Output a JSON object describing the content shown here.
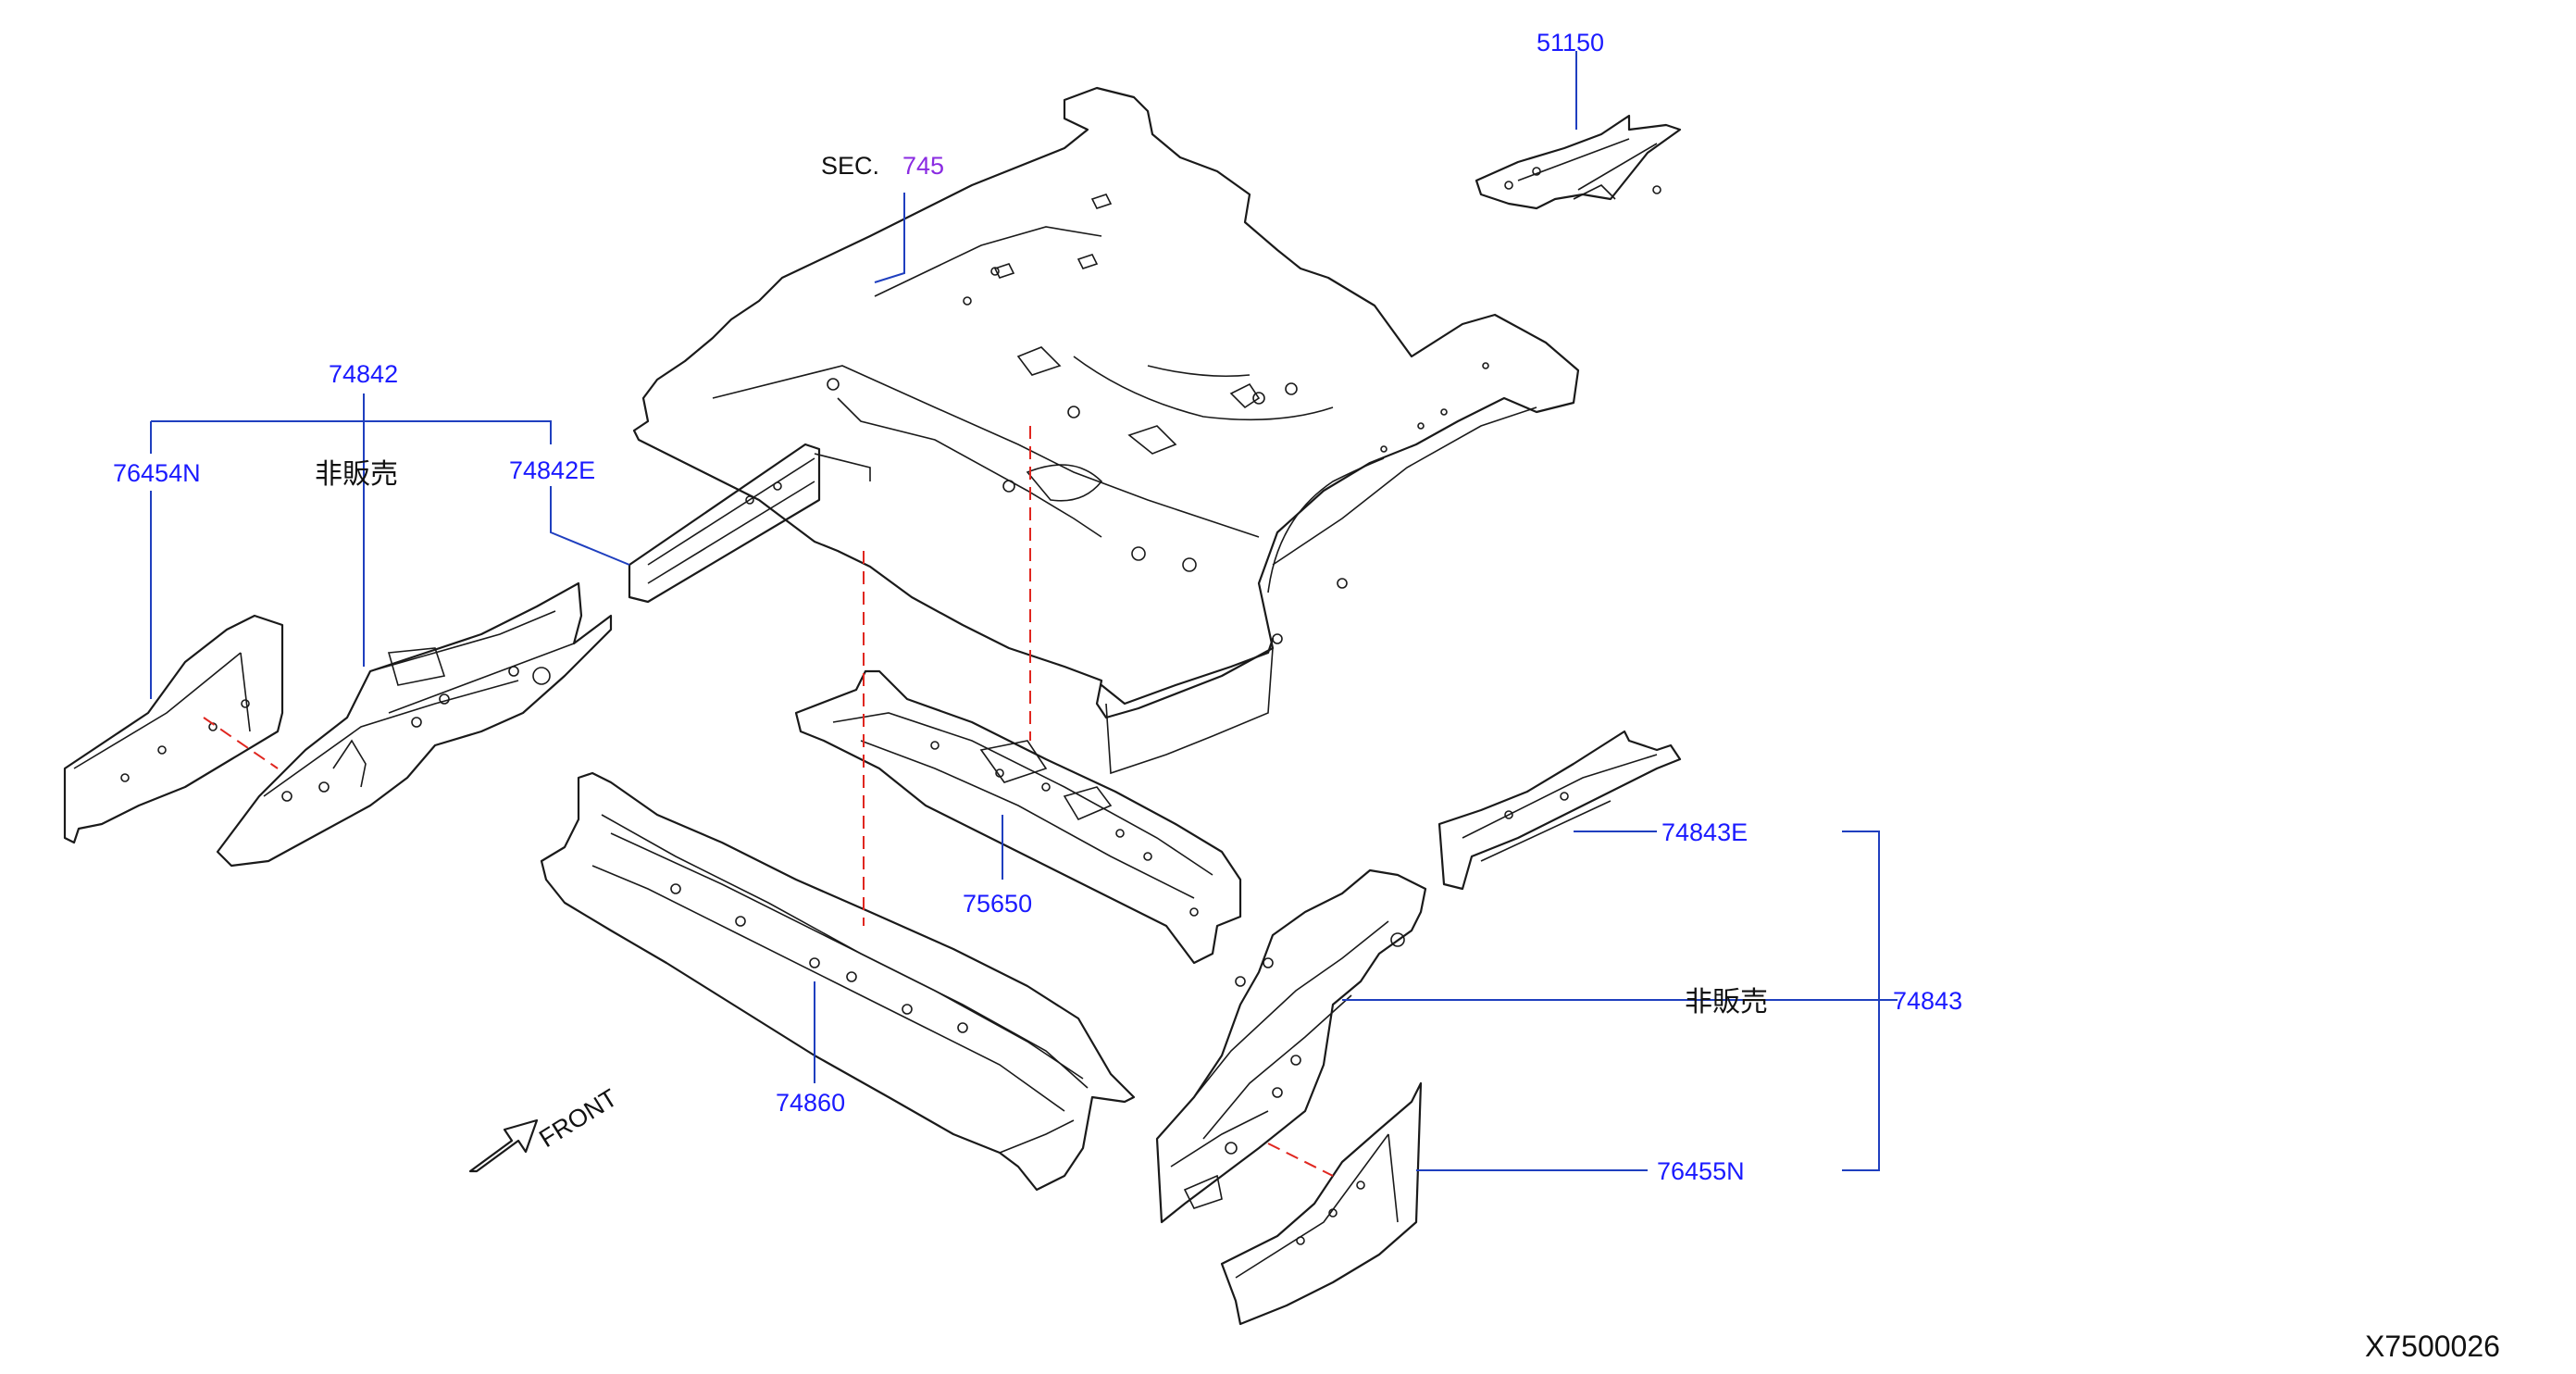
{
  "labels": {
    "p51150": "51150",
    "sec_prefix": "SEC.",
    "sec_number": "745",
    "p74842": "74842",
    "p76454N": "76454N",
    "p74842E": "74842E",
    "not_for_sale_left": "非販売",
    "p75650": "75650",
    "p74860": "74860",
    "p74843E": "74843E",
    "not_for_sale_right": "非販売",
    "p74843": "74843",
    "p76455N": "76455N",
    "front": "FRONT",
    "diagram_id": "X7500026"
  },
  "colors": {
    "part_number": "#1a1aff",
    "section_ref": "#8a2be2",
    "leader": "#1f3fbf",
    "alignment_dash": "#e0261f",
    "outline": "#1a1a1a"
  }
}
